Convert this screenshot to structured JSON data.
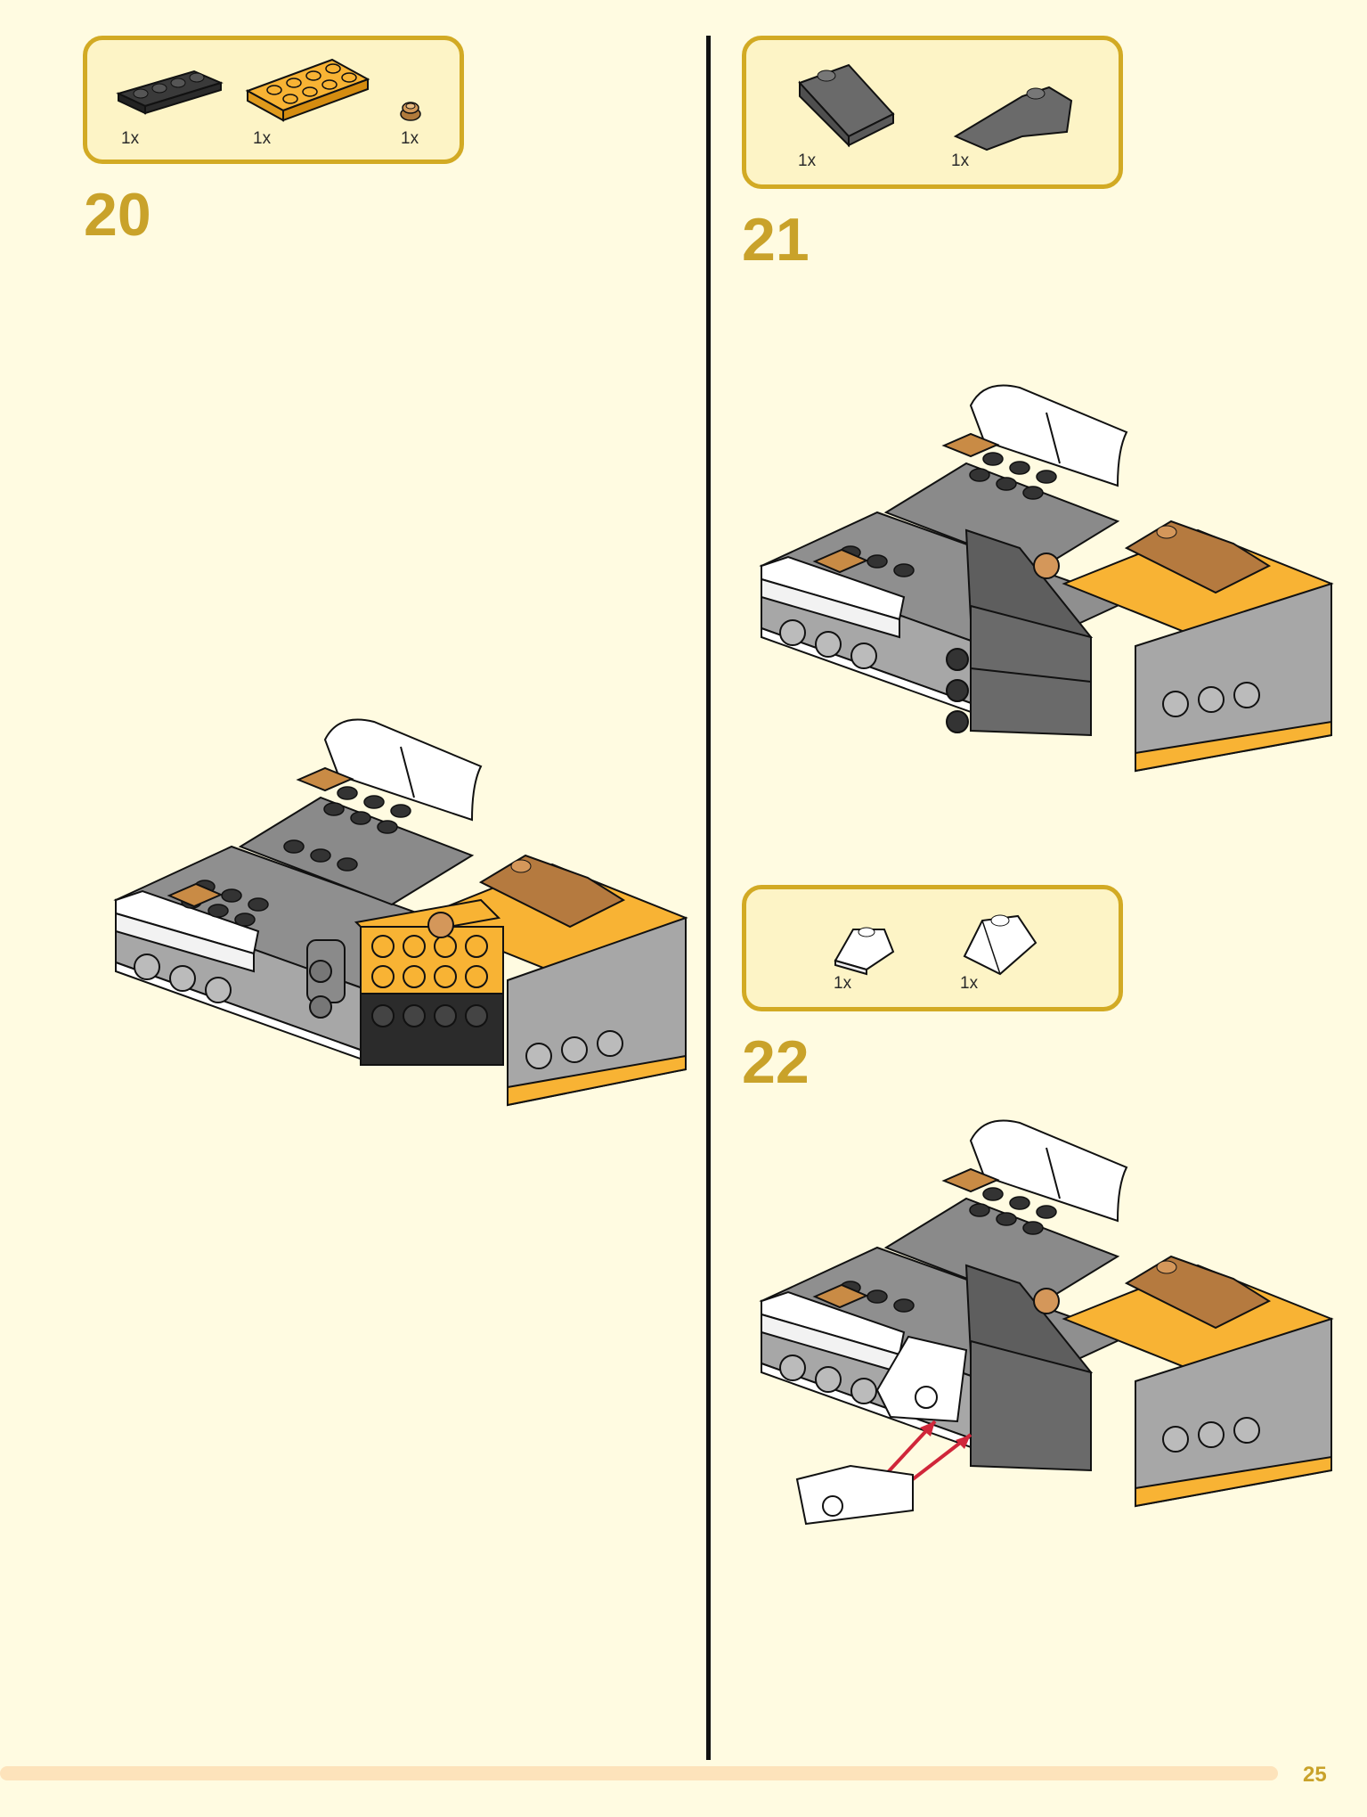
{
  "steps": [
    {
      "number": "20",
      "parts": [
        {
          "qty": "1x",
          "part": "black-plate-1x4"
        },
        {
          "qty": "1x",
          "part": "orange-plate-2x4"
        },
        {
          "qty": "1x",
          "part": "tan-round-plate-1x1"
        }
      ]
    },
    {
      "number": "21",
      "parts": [
        {
          "qty": "1x",
          "part": "dark-gray-slope"
        },
        {
          "qty": "1x",
          "part": "dark-gray-wedge"
        }
      ]
    },
    {
      "number": "22",
      "parts": [
        {
          "qty": "1x",
          "part": "white-slope-1x1"
        },
        {
          "qty": "1x",
          "part": "white-slope-2x2"
        }
      ]
    }
  ],
  "page_number": "25",
  "colors": {
    "background": "#fffbe1",
    "accent": "#c9a22a",
    "box_fill": "#fdf4c6",
    "footer_bar": "#fde3bb",
    "arrow": "#d0263a"
  }
}
